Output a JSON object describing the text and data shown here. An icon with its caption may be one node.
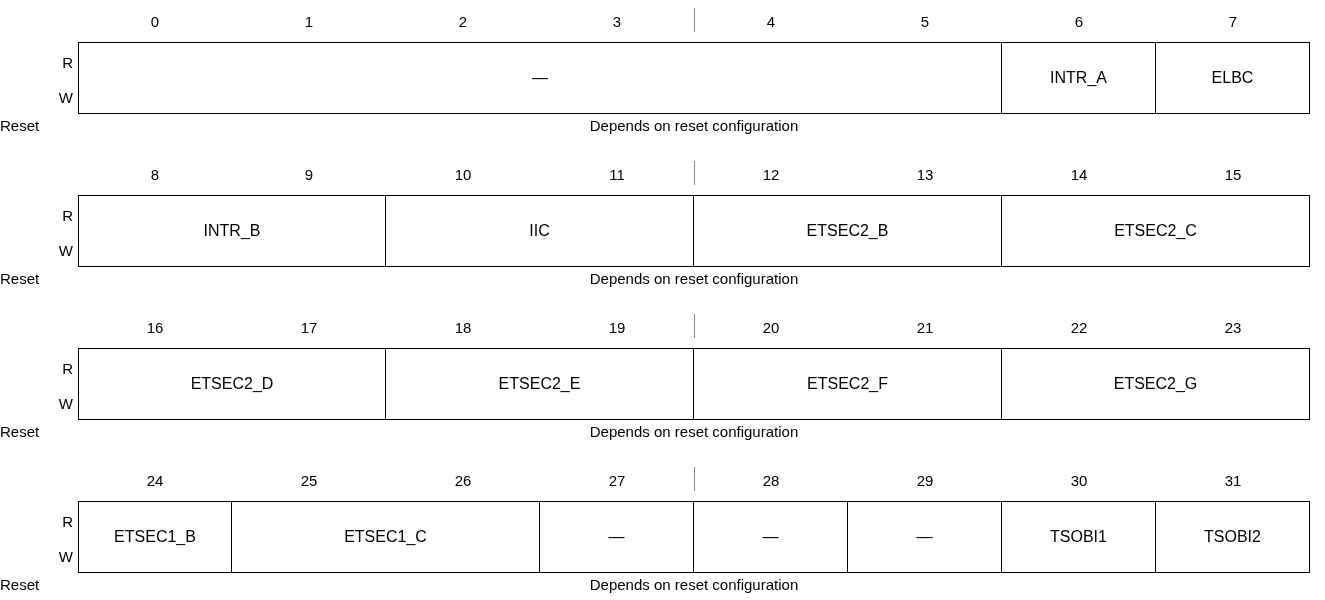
{
  "diagram": {
    "nodes": [
      {
        "text": [
          "—"
        ]
      },
      {
        "text": [
          "INTR_A"
        ]
      },
      {
        "text": [
          "ELBC"
        ]
      },
      {
        "text": [
          "INTR_B"
        ]
      },
      {
        "text": [
          "IIC"
        ]
      },
      {
        "text": [
          "ETSEC2_B"
        ]
      },
      {
        "text": [
          "ETSEC2_C"
        ]
      },
      {
        "text": [
          "ETSEC2_D"
        ]
      },
      {
        "text": [
          "ETSEC2_E"
        ]
      },
      {
        "text": [
          "ETSEC2_F"
        ]
      },
      {
        "text": [
          "ETSEC2_G"
        ]
      },
      {
        "text": [
          "ETSEC1_B"
        ]
      },
      {
        "text": [
          "ETSEC1_C"
        ]
      },
      {
        "text": [
          "—"
        ]
      },
      {
        "text": [
          "—"
        ]
      },
      {
        "text": [
          "—"
        ]
      },
      {
        "text": [
          "TSOBI1"
        ]
      },
      {
        "text": [
          "TSOBI2"
        ]
      }
    ],
    "labels": [
      "0",
      "1",
      "2",
      "3",
      "4",
      "5",
      "6",
      "7",
      "R",
      "W",
      "Reset",
      "Depends on reset configuration",
      "8",
      "9",
      "10",
      "11",
      "12",
      "13",
      "14",
      "15",
      "R",
      "W",
      "Reset",
      "Depends on reset configuration",
      "16",
      "17",
      "18",
      "19",
      "20",
      "21",
      "22",
      "23",
      "R",
      "W",
      "Reset",
      "Depends on reset configuration",
      "24",
      "25",
      "26",
      "27",
      "28",
      "29",
      "30",
      "31",
      "R",
      "W",
      "Reset",
      "Depends on reset configuration"
    ]
  }
}
